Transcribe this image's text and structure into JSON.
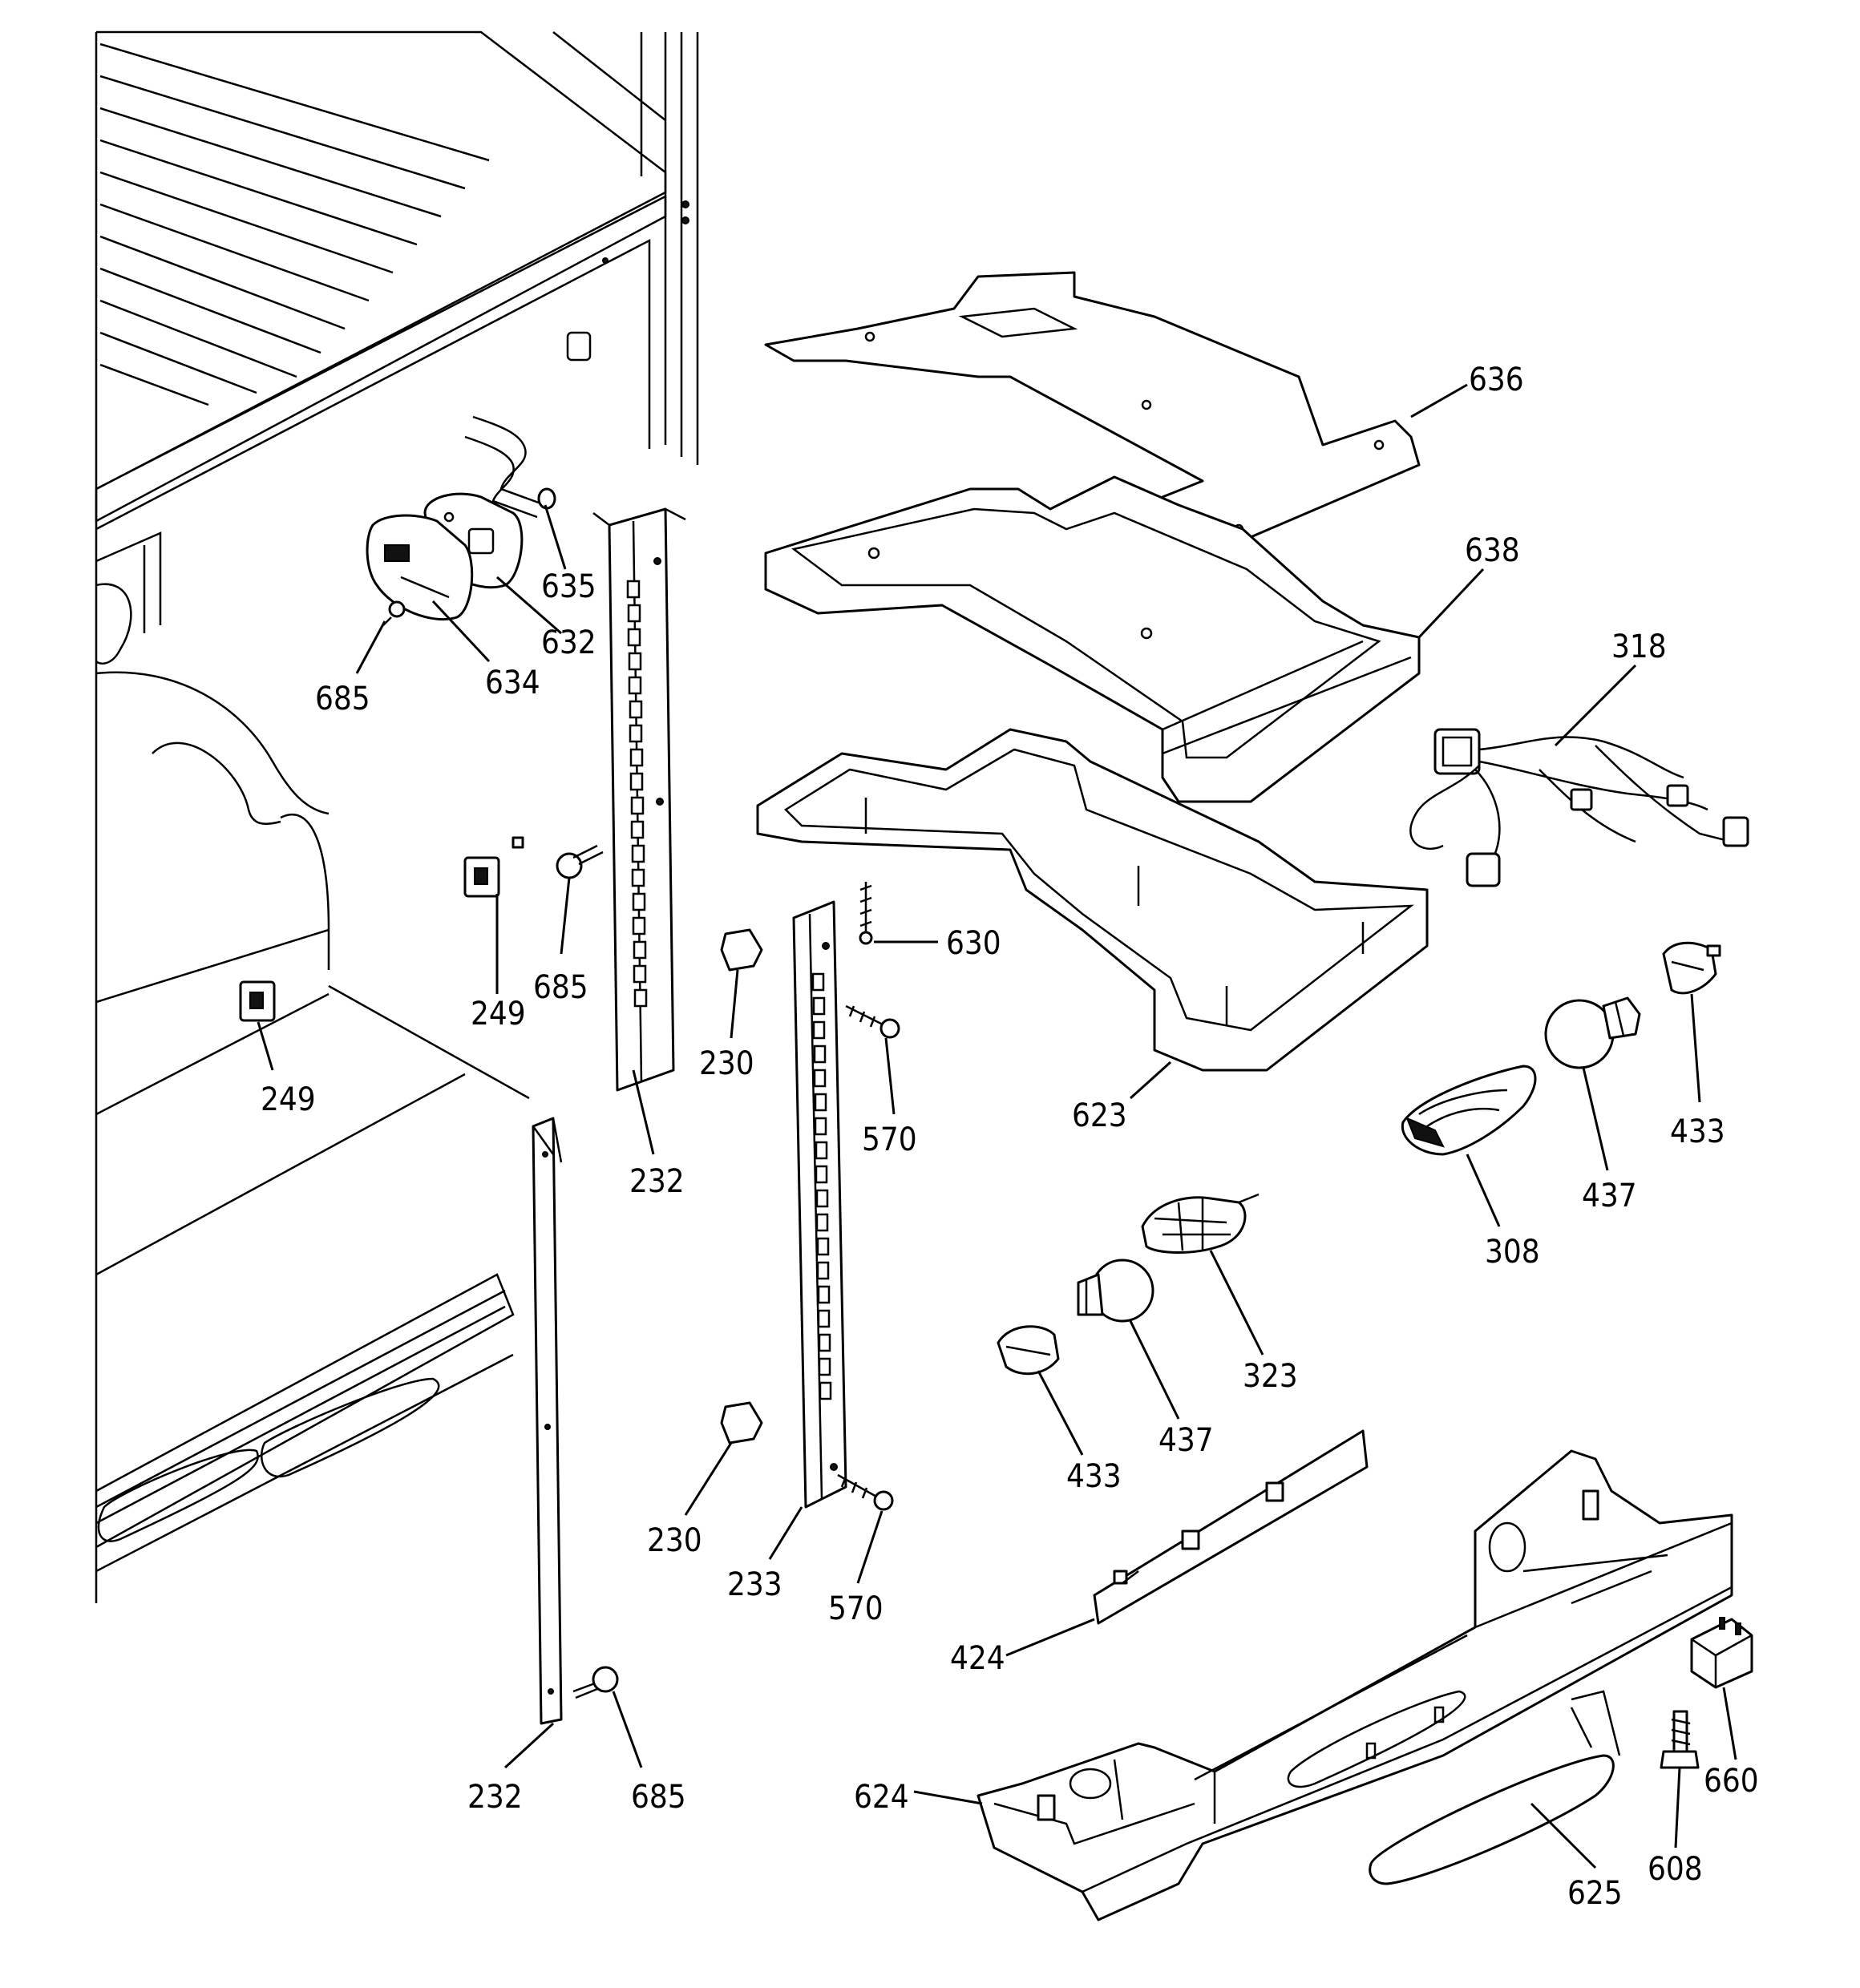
{
  "diagram": {
    "callouts": [
      "636",
      "638",
      "318",
      "635",
      "632",
      "634",
      "685",
      "249",
      "630",
      "230",
      "232",
      "570",
      "623",
      "433",
      "437",
      "308",
      "323",
      "424",
      "233",
      "660",
      "624",
      "625",
      "608"
    ]
  }
}
